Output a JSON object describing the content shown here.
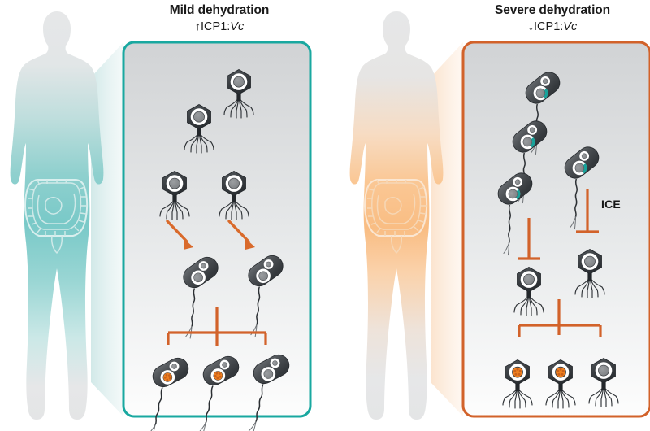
{
  "figure": {
    "type": "biological-mechanism-diagram",
    "subject": "ICP1 phage predation of Vibrio cholerae across dehydration states"
  },
  "panels": [
    {
      "id": "mild",
      "title": "Mild dehydration",
      "ratio_arrow": "↑",
      "ratio_label_prefix": "ICP1:",
      "ratio_label_italic": "Vc",
      "accent_color": "#19a8a0",
      "body_color": "#7fcdcd",
      "body_state": "hydrated",
      "panel_fill_top": "#d2d4d6",
      "panel_fill_bottom": "#fdfdfd",
      "arrow_color": "#d96a2b",
      "bracket_color": "#d2622a",
      "free_phages": 4,
      "target_bacteria": 2,
      "progeny": {
        "count": 3,
        "infected": 2,
        "kind": "bacteria"
      },
      "outcome": "phage infects and replicates in Vibrio cholerae"
    },
    {
      "id": "severe",
      "title": "Severe dehydration",
      "ratio_arrow": "↓",
      "ratio_label_prefix": "ICP1:",
      "ratio_label_italic": "Vc",
      "accent_color": "#d2622a",
      "body_color": "#f6b57a",
      "body_state": "dehydrated",
      "panel_fill_top": "#d2d4d6",
      "panel_fill_bottom": "#fdfdfd",
      "arrow_color": "#d2622a",
      "bracket_color": "#d2622a",
      "ice_label": "ICE",
      "ice_color": "#17a39b",
      "bacteria_with_ice": 4,
      "free_phages": 2,
      "progeny": {
        "count": 3,
        "infected": 2,
        "kind": "phages"
      },
      "outcome": "ICE elements inhibit phage replication"
    }
  ],
  "legend_colors": {
    "phage_head": "#3c4044",
    "phage_ring": "#ffffff",
    "phage_core": "#8a8d90",
    "bacterium_body": "#4a4e52",
    "nucleoid_ring": "#ffffff",
    "nucleoid_core": "#8a8d90",
    "infection_burst": "#ef8020",
    "ice_element": "#17a39b",
    "teal_accent": "#19a8a0",
    "orange_accent": "#d2622a"
  }
}
